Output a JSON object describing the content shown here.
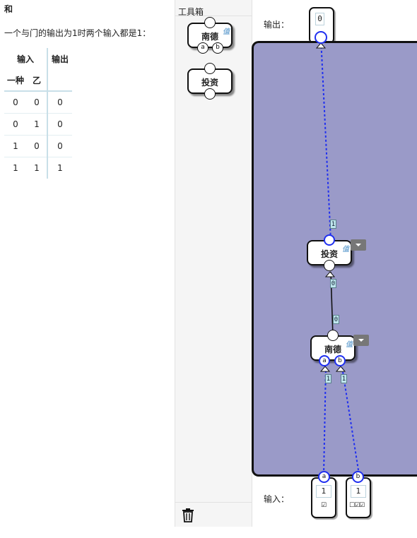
{
  "description": {
    "title": "和",
    "sentence": "一个与门的输出为1时两个输入都是1：",
    "table": {
      "header_input": "输入",
      "header_output": "输出",
      "sub_a": "一种",
      "sub_b": "乙",
      "rows": [
        [
          "0",
          "0",
          "0"
        ],
        [
          "0",
          "1",
          "0"
        ],
        [
          "1",
          "0",
          "0"
        ],
        [
          "1",
          "1",
          "1"
        ]
      ]
    }
  },
  "toolbox": {
    "title": "工具箱",
    "and_gate_label": "南德",
    "and_gate_port_a": "a",
    "and_gate_port_b": "b",
    "not_gate_label": "投资",
    "debug_glyph": "值",
    "trash_icon": "trash-icon"
  },
  "workspace": {
    "output_label": "输出：",
    "input_label": "输入：",
    "output_value": "0",
    "not_gate_label": "投资",
    "and_gate_label": "南德",
    "port_a": "a",
    "port_b": "b",
    "input_a_value": "1",
    "input_b_value": "1",
    "input_a_checks": "☑",
    "input_b_checks": "☐☑☑",
    "wire_values": {
      "not_to_output": "1",
      "and_to_not_top": "0",
      "and_to_not_bottom": "0",
      "input_a_to_and": "1",
      "input_b_to_and": "1"
    },
    "canvas_color": "#9a9ac8",
    "wire_color": "#1f2ff0"
  }
}
